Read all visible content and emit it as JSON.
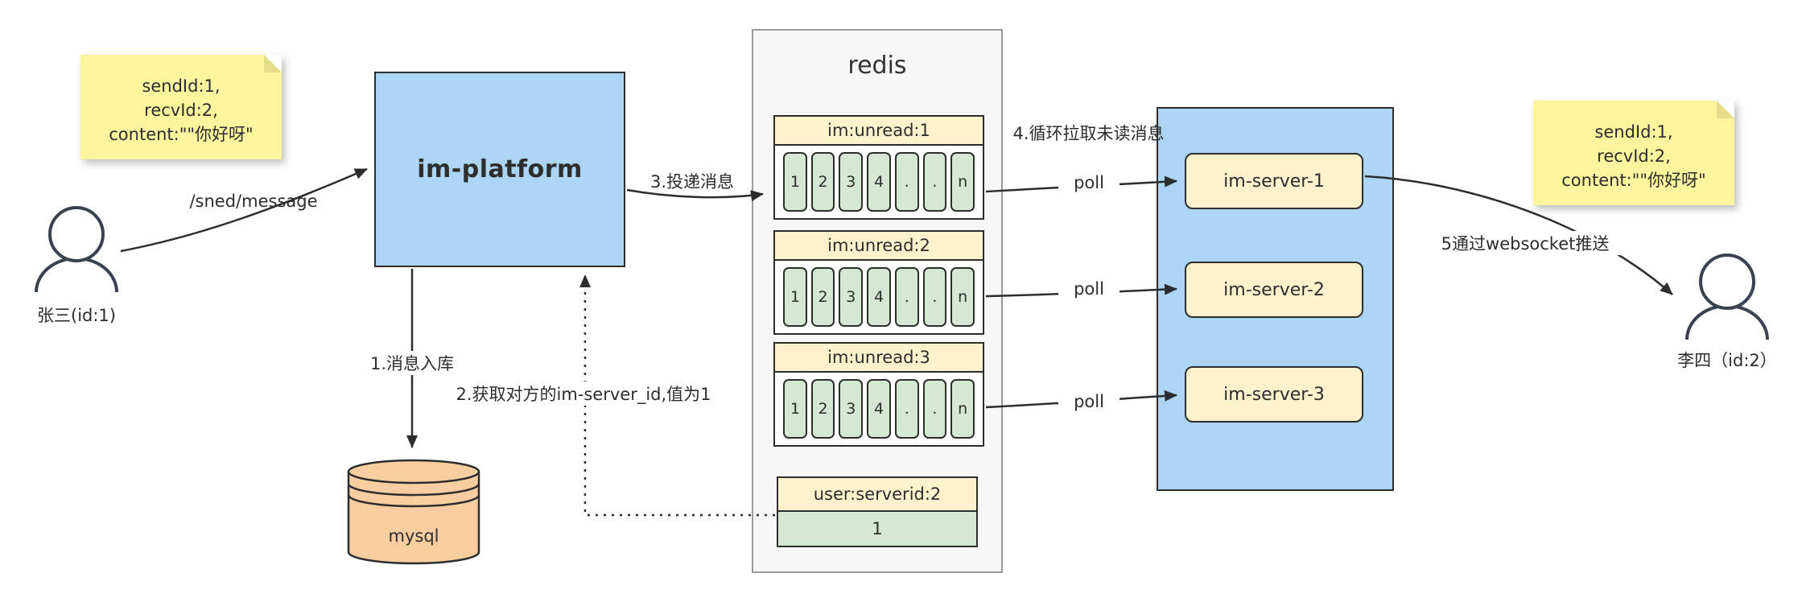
{
  "colors": {
    "platform_blue": "#ABD5F2",
    "redis_container_gray": "#F7F7F7",
    "box_yellow": "#FFF2CC",
    "cell_green": "#D5E8D4",
    "note_yellow": "#FBF69E",
    "database_orange": "#F8CEA0",
    "line_dark": "#2d2d2d"
  },
  "notes": {
    "left": {
      "lines": [
        "sendId:1,",
        "recvId:2,",
        "content:\"\"你好呀\""
      ]
    },
    "right": {
      "lines": [
        "sendId:1,",
        "recvId:2,",
        "content:\"\"你好呀\""
      ]
    }
  },
  "actors": {
    "sender": {
      "label": "张三(id:1)"
    },
    "receiver": {
      "label": "李四（id:2）"
    }
  },
  "platform": {
    "label": "im-platform"
  },
  "database": {
    "label": "mysql"
  },
  "redis": {
    "title": "redis",
    "queues": [
      {
        "title": "im:unread:1",
        "cells": [
          "1",
          "2",
          "3",
          "4",
          ".",
          ".",
          "n"
        ]
      },
      {
        "title": "im:unread:2",
        "cells": [
          "1",
          "2",
          "3",
          "4",
          ".",
          ".",
          "n"
        ]
      },
      {
        "title": "im:unread:3",
        "cells": [
          "1",
          "2",
          "3",
          "4",
          ".",
          ".",
          "n"
        ]
      }
    ],
    "mapping": {
      "title": "user:serverid:2",
      "value": "1"
    }
  },
  "servers": {
    "items": [
      {
        "label": "im-server-1"
      },
      {
        "label": "im-server-2"
      },
      {
        "label": "im-server-3"
      }
    ]
  },
  "edges": {
    "send_label": "/sned/message",
    "store_label": "1.消息入库",
    "lookup_label": "2.获取对方的im-server_id,值为1",
    "deliver_label": "3.投递消息",
    "poll_loop_label": "4.循环拉取未读消息",
    "poll_labels": [
      "poll",
      "poll",
      "poll"
    ],
    "push_label": "5通过websocket推送"
  }
}
